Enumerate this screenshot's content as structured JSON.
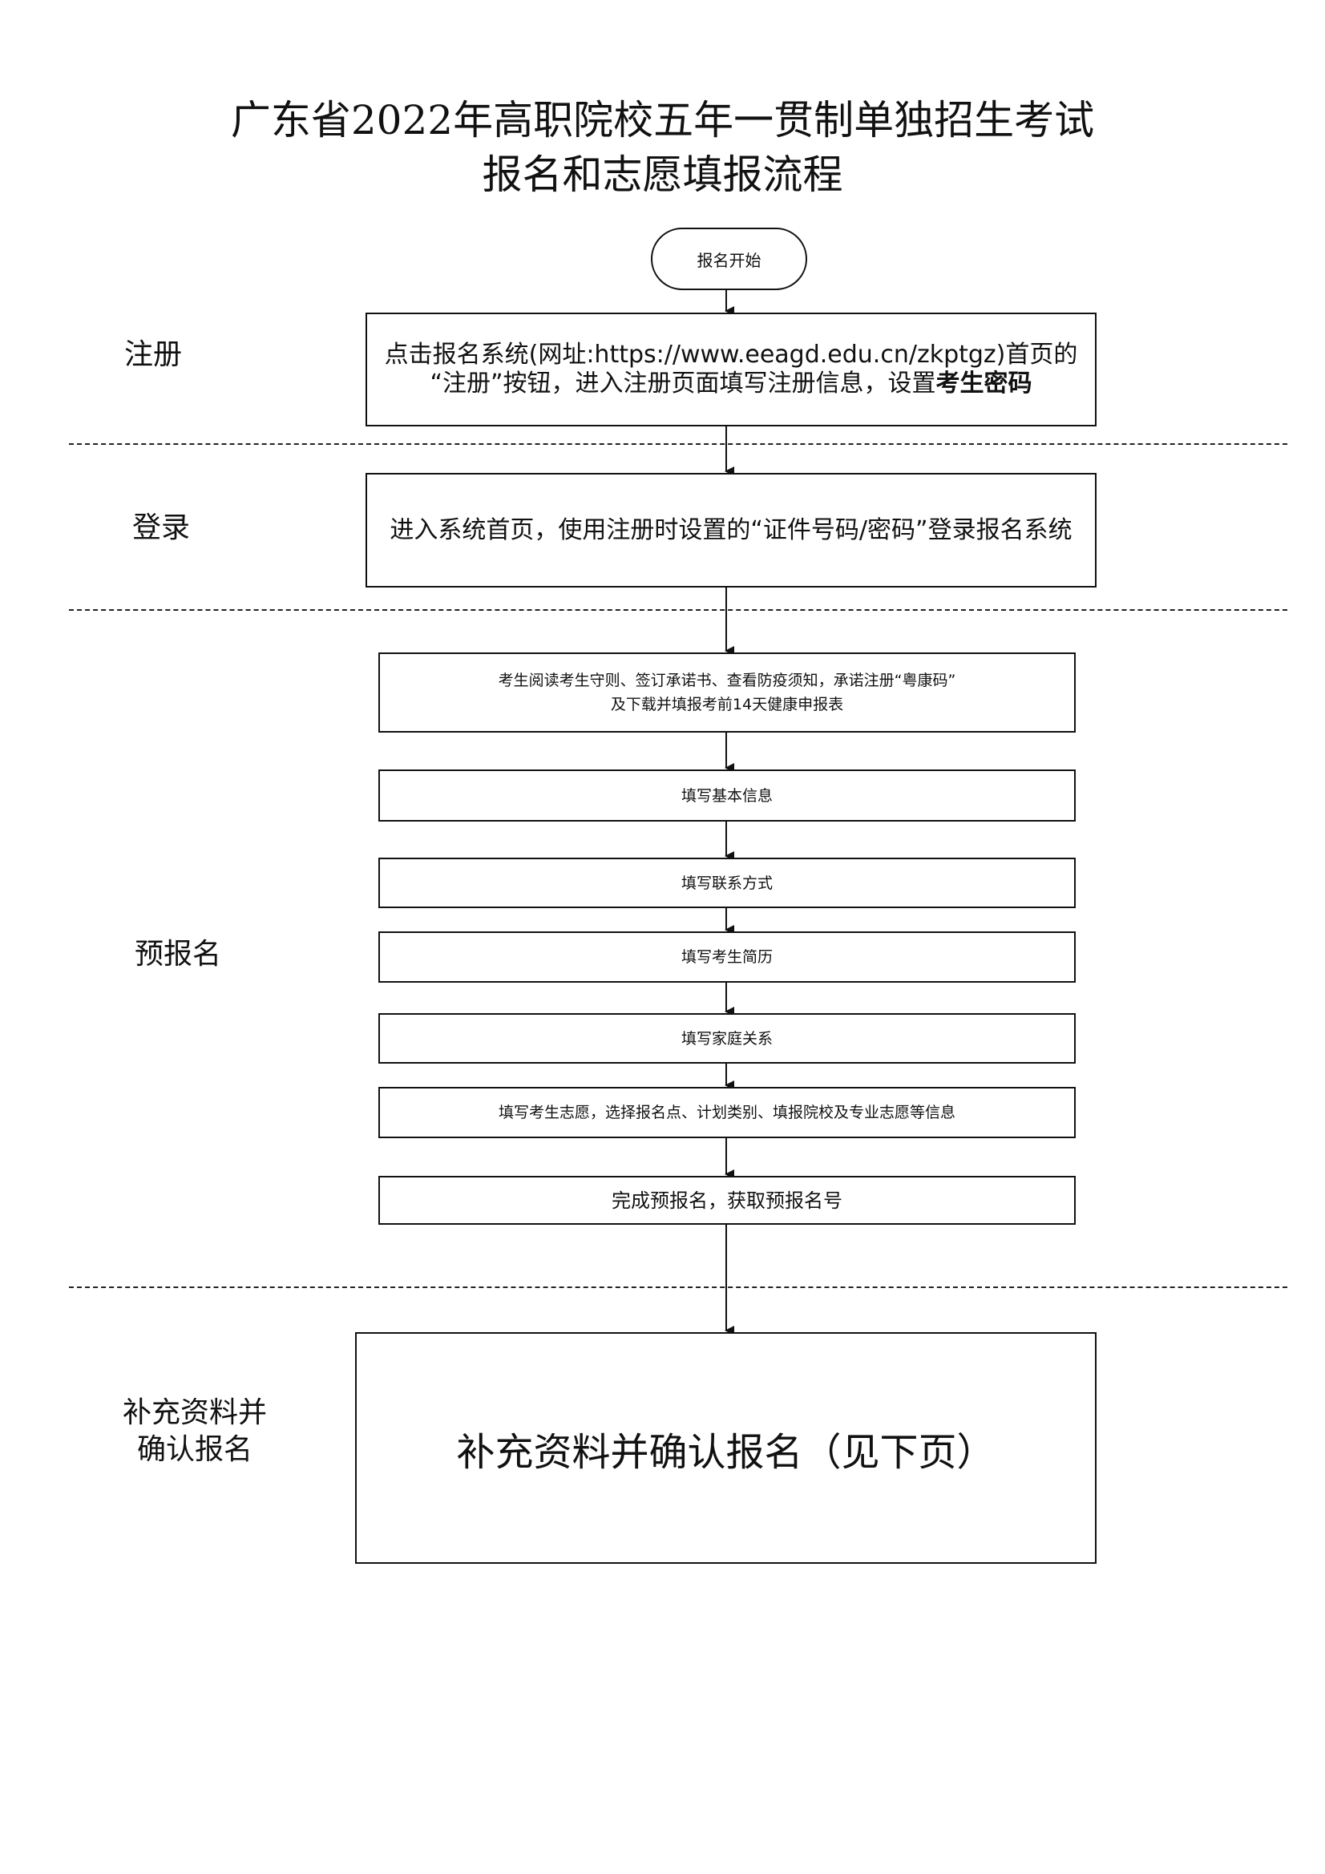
{
  "title": {
    "line1": "广东省2022年高职院校五年一贯制单独招生考试",
    "line2": "报名和志愿填报流程"
  },
  "sections": {
    "register": "注册",
    "login": "登录",
    "pre_register": "预报名",
    "supplement_line1": "补充资料并",
    "supplement_line2": "确认报名"
  },
  "steps": {
    "start": "报名开始",
    "register_text": "点击报名系统(网址:https://www.eeagd.edu.cn/zkptgz)首页的 “注册”按钮，进入注册页面填写注册信息，设置",
    "register_emph": "考生密码",
    "login_text": "进入系统首页，使用注册时设置的“证件号码/密码”登录报名系统",
    "read_rules_line1": "考生阅读考生守则、签订承诺书、查看防疫须知，承诺注册“粤康码”",
    "read_rules_line2": "及下载并填报考前14天健康申报表",
    "basic_info": "填写基本信息",
    "contact": "填写联系方式",
    "resume": "填写考生简历",
    "family": "填写家庭关系",
    "wishes": "填写考生志愿，选择报名点、计划类别、填报院校及专业志愿等信息",
    "complete": "完成预报名，获取预报名号",
    "confirm": "补充资料并确认报名（见下页）"
  }
}
